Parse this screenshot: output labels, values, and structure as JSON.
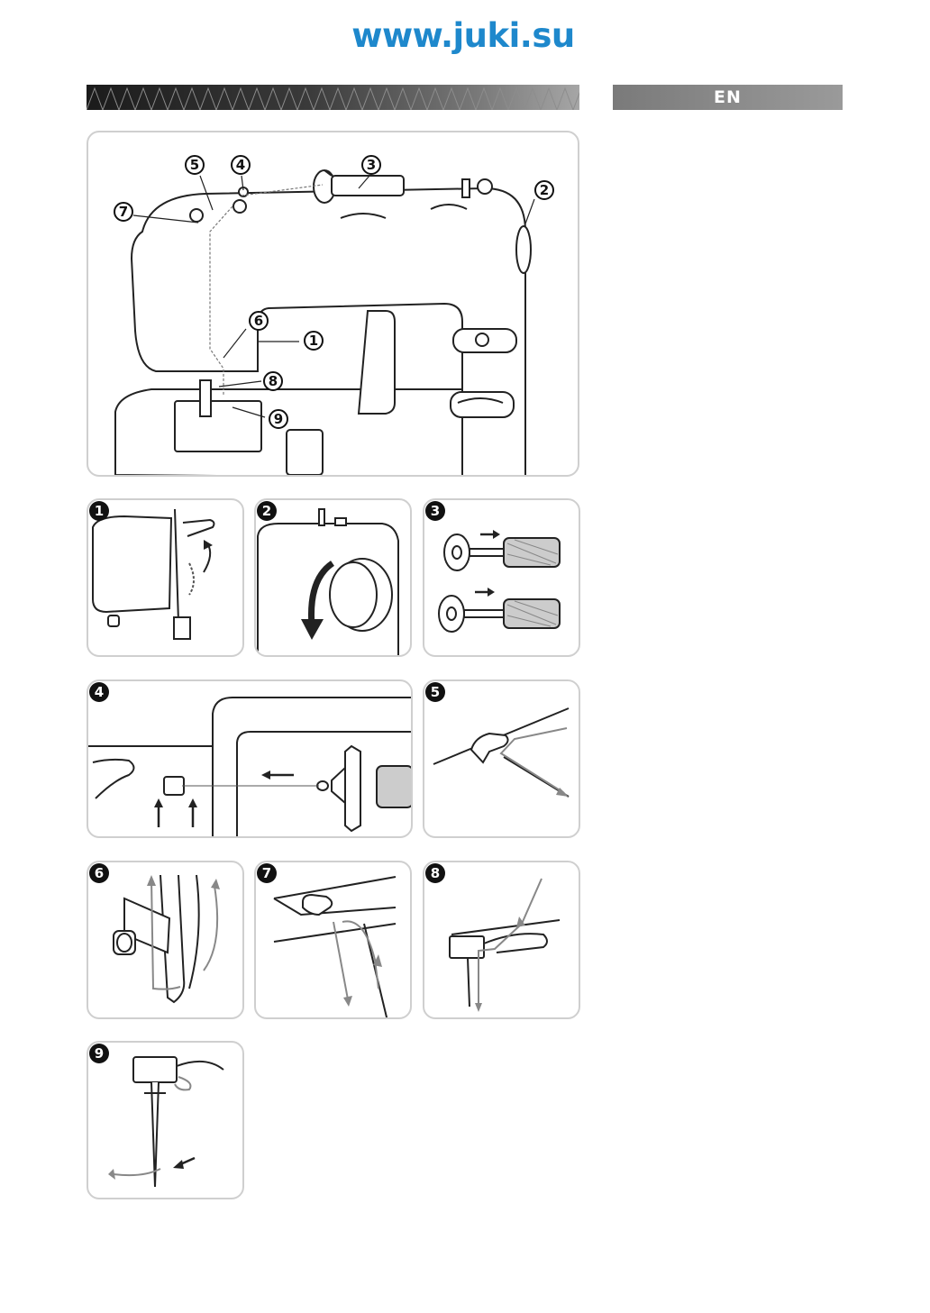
{
  "header": {
    "url": "www.juki.su",
    "language": "EN"
  },
  "main_figure": {
    "callouts": [
      "1",
      "2",
      "3",
      "4",
      "5",
      "6",
      "7",
      "8",
      "9"
    ]
  },
  "steps": [
    "1",
    "2",
    "3",
    "4",
    "5",
    "6",
    "7",
    "8",
    "9"
  ],
  "colors": {
    "brand_blue": "#1e88cc",
    "panel_border": "#cfcfcf",
    "arrow_gray": "#8a8a8a"
  }
}
